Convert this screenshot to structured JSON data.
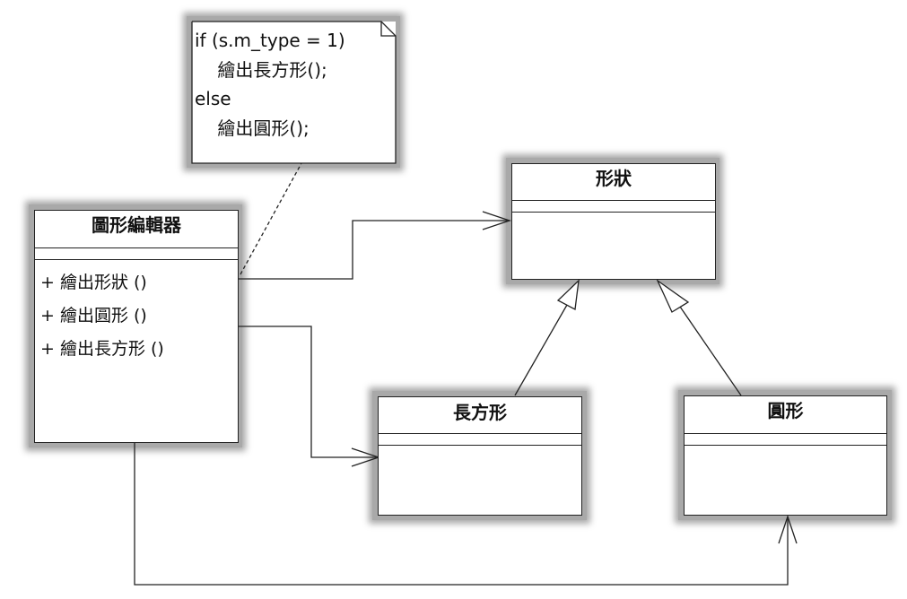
{
  "note": {
    "lines": [
      "if (s.m_type = 1)",
      "    繪出長方形();",
      "else",
      "    繪出圓形();"
    ]
  },
  "classes": {
    "editor": {
      "name": "圖形編輯器",
      "operations": [
        "+ 繪出形狀 ()",
        "+ 繪出圓形 ()",
        "+ 繪出長方形 ()"
      ]
    },
    "shape": {
      "name": "形狀"
    },
    "rectangle": {
      "name": "長方形"
    },
    "circle": {
      "name": "圓形"
    }
  }
}
